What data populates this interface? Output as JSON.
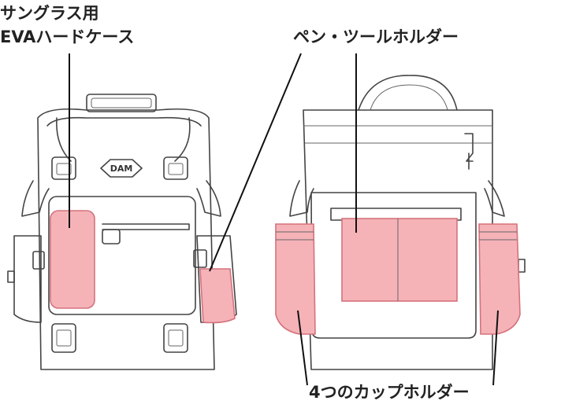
{
  "labels": {
    "sunglass_case": [
      "サングラス用",
      "EVAハードケース"
    ],
    "pen_tool_holder": "ペン・ツールホルダー",
    "cup_holders": "4つのカップホルダー"
  },
  "logo_text": "DAM",
  "colors": {
    "highlight": "#f5b3b8",
    "highlight_stroke": "#d5727c",
    "line": "#444444"
  }
}
